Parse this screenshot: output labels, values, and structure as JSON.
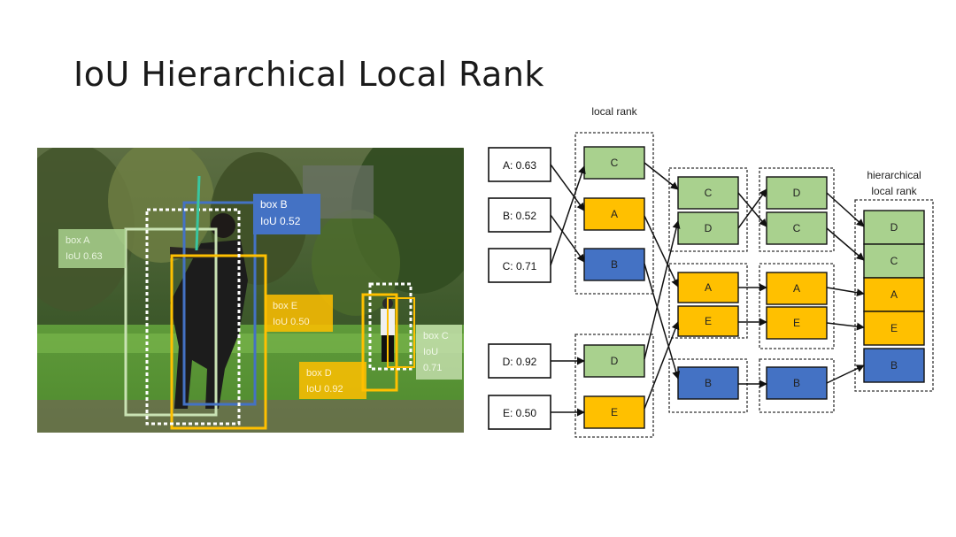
{
  "slide": {
    "title": "IoU Hierarchical Local Rank"
  },
  "photo": {
    "detections": [
      {
        "id": "box-b",
        "label_line1": "box B",
        "label_line2": "IoU 0.52",
        "color": "#4472c4"
      },
      {
        "id": "box-a",
        "label_line1": "box A",
        "label_line2": "IoU 0.63",
        "color": "#a9d18e"
      },
      {
        "id": "box-e",
        "label_line1": "box E",
        "label_line2": "IoU 0.50",
        "color": "#ffc000"
      },
      {
        "id": "box-d",
        "label_line1": "box D",
        "label_line2": "IoU 0.92",
        "color": "#ffc000"
      },
      {
        "id": "box-c",
        "label_line1": "box C",
        "label_line2": "IoU",
        "label_line3": "0.71",
        "color": "#c9e2b3"
      }
    ]
  },
  "diagram": {
    "local_rank_label": "local rank",
    "hierarchical_label_line1": "hierarchical",
    "hierarchical_label_line2": "local rank",
    "inputs": [
      {
        "id": "A",
        "text": "A: 0.63"
      },
      {
        "id": "B",
        "text": "B: 0.52"
      },
      {
        "id": "C",
        "text": "C: 0.71"
      },
      {
        "id": "D",
        "text": "D: 0.92"
      },
      {
        "id": "E",
        "text": "E: 0.50"
      }
    ],
    "columns": {
      "local_rank_group1": [
        "C",
        "A",
        "B"
      ],
      "local_rank_group2": [
        "D",
        "E"
      ],
      "merge_pass1_group1": [
        "C",
        "D"
      ],
      "merge_pass1_group2": [
        "A",
        "E"
      ],
      "merge_pass1_group3": [
        "B"
      ],
      "merge_pass2_group1": [
        "D",
        "C"
      ],
      "merge_pass2_group2": [
        "A",
        "E"
      ],
      "merge_pass2_group3": [
        "B"
      ],
      "hierarchical_final": [
        "D",
        "C",
        "A",
        "E",
        "B"
      ]
    },
    "colors": {
      "green": "#a9d18e",
      "yellow": "#ffc000",
      "blue": "#4472c4"
    }
  }
}
